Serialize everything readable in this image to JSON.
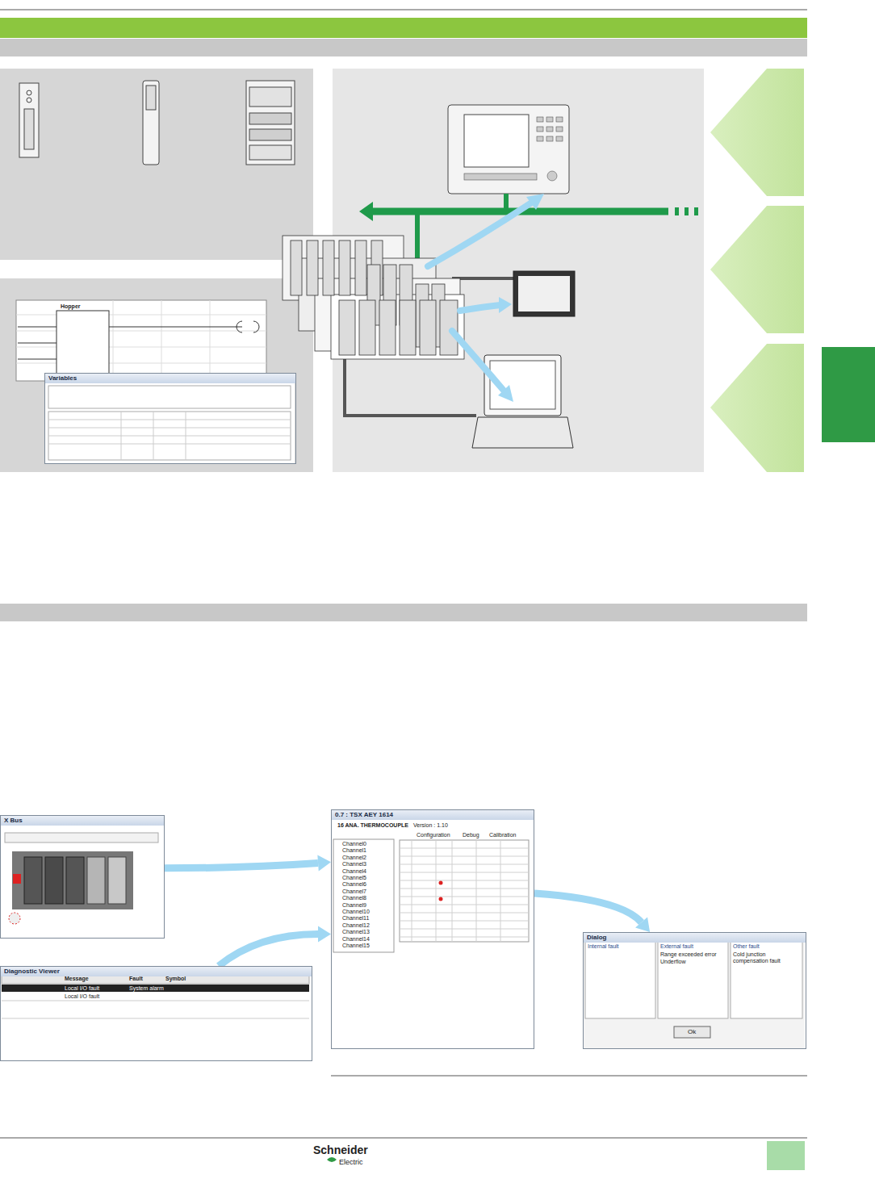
{
  "diagram": {
    "nodes": [
      {
        "text": [
          "Variables"
        ]
      },
      {
        "text": [
          "X Bus"
        ]
      },
      {
        "text": [
          "0.7 : TSX AEY 1614"
        ]
      },
      {
        "text": [
          "Dialog"
        ]
      },
      {
        "text": [
          "Diagnostic Viewer"
        ]
      }
    ],
    "edges": [
      {
        "from": 1,
        "to": 2,
        "arrow": "to"
      },
      {
        "from": 4,
        "to": 2,
        "arrow": "to"
      },
      {
        "from": 2,
        "to": 3,
        "arrow": "to"
      }
    ],
    "labels": [
      "Hopper",
      "16 ANA. THERMOCOUPLE",
      "Version : 1.10",
      "Configuration",
      "Debug",
      "Calibration",
      "Channel0",
      "Channel1",
      "Channel2",
      "Channel3",
      "Channel4",
      "Channel5",
      "Channel6",
      "Channel7",
      "Channel8",
      "Channel9",
      "Channel10",
      "Channel11",
      "Channel12",
      "Channel13",
      "Channel14",
      "Channel15",
      "Internal fault",
      "External fault",
      "Range exceeded error",
      "Underflow",
      "Other fault",
      "Cold junction compensation fault",
      "Ok",
      "Message",
      "Fault",
      "Symbol",
      "Local I/O fault",
      "Local I/O fault",
      "System alarm",
      "Schneider",
      "Electric"
    ]
  }
}
